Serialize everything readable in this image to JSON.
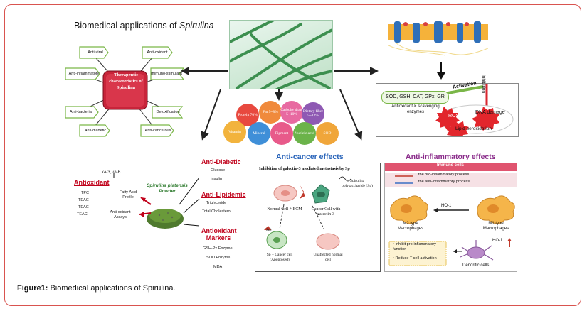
{
  "title_prefix": "Biomedical applications of ",
  "title_italic": "Spirulina",
  "center_node": "Therapeutic characteristics of Spirulina",
  "flower_nodes": [
    "Anti-viral",
    "Anti-oxidant",
    "Anti-inflammatory",
    "Immuno-stimulant",
    "Anti-bacterial",
    "Detoxification",
    "Anti-diabetic",
    "Anti-cancerous"
  ],
  "nutrients": [
    {
      "label": "Protein 70%",
      "color": "#e8493f"
    },
    {
      "label": "Fat 5~8%",
      "color": "#f08a3c"
    },
    {
      "label": "Carbohy drate 5~10%",
      "color": "#e86aa1"
    },
    {
      "label": "Dietary fiber 5~12%",
      "color": "#8e59b3"
    },
    {
      "label": "Vitamin",
      "color": "#f2b33d"
    },
    {
      "label": "Mineral",
      "color": "#3f8fd8"
    },
    {
      "label": "Pigment",
      "color": "#e85a8a"
    },
    {
      "label": "Nucleic acid",
      "color": "#6bb34a"
    },
    {
      "label": "SOD",
      "color": "#f0a63a"
    }
  ],
  "antioxidant_box": {
    "sod_label": "SOD, GSH, CAT, GPx, GR",
    "enzymes_label": "Antioxidant & scavenging enzymes",
    "activation": "Activation",
    "inhibition": "Inhibition",
    "ros": "ROS",
    "dna": "DNA damage",
    "lipid": "Lipid peroxidation"
  },
  "powder": {
    "label": "Spirulina platensis Powder",
    "omega": "ω-3, ω-6",
    "fatty": "Fatty Acid Profile",
    "assays": "Anti-oxidant Assays",
    "antioxidant_head": "Antioxidant",
    "antioxidant_items": [
      "TPC",
      "TEAC",
      "TEAC",
      "TEAC"
    ],
    "antidiabetic_head": "Anti-Diabetic",
    "antidiabetic_items": [
      "Glucose",
      "Insulin"
    ],
    "antilipidemic_head": "Anti-Lipidemic",
    "antilipidemic_items": [
      "Triglyceride",
      "Total Cholesterol"
    ],
    "markers_head": "Antioxidant Markers",
    "markers_items": [
      "GSH-Px Enzyme",
      "SOD Enzyme",
      "MDA"
    ]
  },
  "anticancer": {
    "heading": "Anti-cancer effects",
    "subtitle": "Inhibition of galectin-3 mediated metastasis by Sp",
    "normal": "Normal Cell + ECM",
    "cancer": "Cancer Cell with galectin-3",
    "sp": "Spirulina polysaccharide (Sp)",
    "sp_short": "(Sp)",
    "apoptosed": "Sp + Cancer cell (Apoptosed)",
    "unaffected": "Unaffected normal cell"
  },
  "antiinflammatory": {
    "heading": "Anti-inflammatory effects",
    "immune": "Immune cells",
    "pro": "the pro-inflammatory process",
    "anti": "the anti-inflammatory process",
    "ho1": "HO-1",
    "m2": "M2 type Macrophages",
    "m1": "M1 type Macrophages",
    "bullet1": "Inhibit pro-inflammatory function",
    "bullet2": "Reduce T cell activation",
    "dendritic": "Dendritic cells"
  },
  "caption_bold": "Figure1:",
  "caption_text": " Biomedical applications of Spirulina."
}
